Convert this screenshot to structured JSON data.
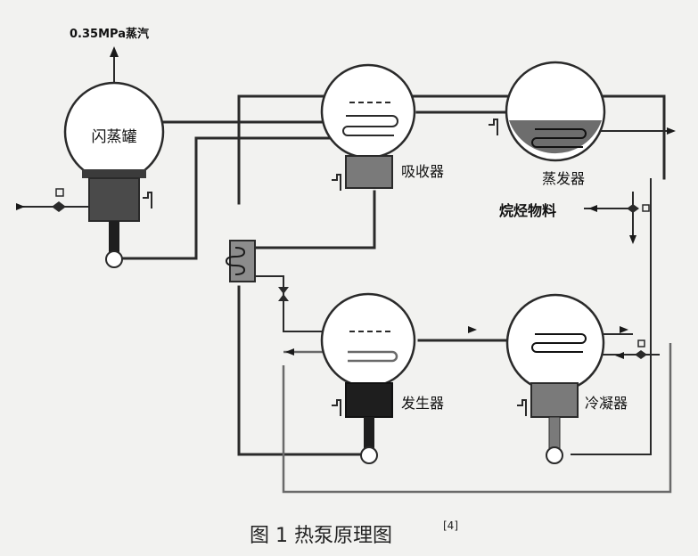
{
  "labels": {
    "flash_tank": "闪蒸罐",
    "steam_out": "0.35MPa蒸汽",
    "absorber": "吸收器",
    "evaporator": "蒸发器",
    "alkane_feed": "烷烃物料",
    "generator": "发生器",
    "condenser": "冷凝器"
  },
  "caption": {
    "text": "图 1  热泵原理图",
    "ref": "[4]"
  },
  "colors": {
    "pipe": "#2a2a2a",
    "sump_dark": "#1e1e1e",
    "sump_mid": "#4a4a4a",
    "sump_light": "#7a7a7a",
    "liquid": "#6d6d6d",
    "exchanger": "#8c8c8c",
    "background": "#f2f2f0"
  }
}
